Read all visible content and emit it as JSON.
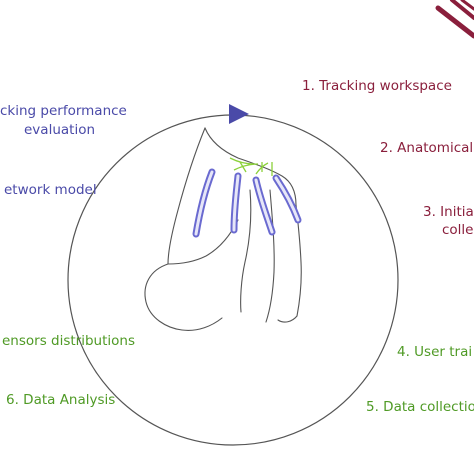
{
  "colors": {
    "purple": "#4a4aa8",
    "maroon": "#8a1f3c",
    "green": "#4f9a25",
    "sketch": "#555555",
    "sensor_stroke": "#6a6ad0",
    "sensor_fill": "#e6e6f8"
  },
  "left_steps": {
    "tracking_perf_line1": "cking performance",
    "tracking_perf_line2": "evaluation",
    "network_model": "etwork model",
    "sensors_distributions": "ensors distributions",
    "data_analysis": "6. Data Analysis"
  },
  "right_steps": {
    "tracking_workspace": "1. Tracking workspace",
    "anatomical": "2. Anatomical",
    "initial_line1": "3. Initia",
    "initial_line2": "colle",
    "user_training": "4. User trai",
    "data_collection": "5. Data collectio"
  },
  "icons": {
    "cycle_arrow": "cycle-arrow-icon",
    "hand_sensors": "hand-with-sensors-illustration",
    "corner_logo": "corner-pen-icon"
  }
}
